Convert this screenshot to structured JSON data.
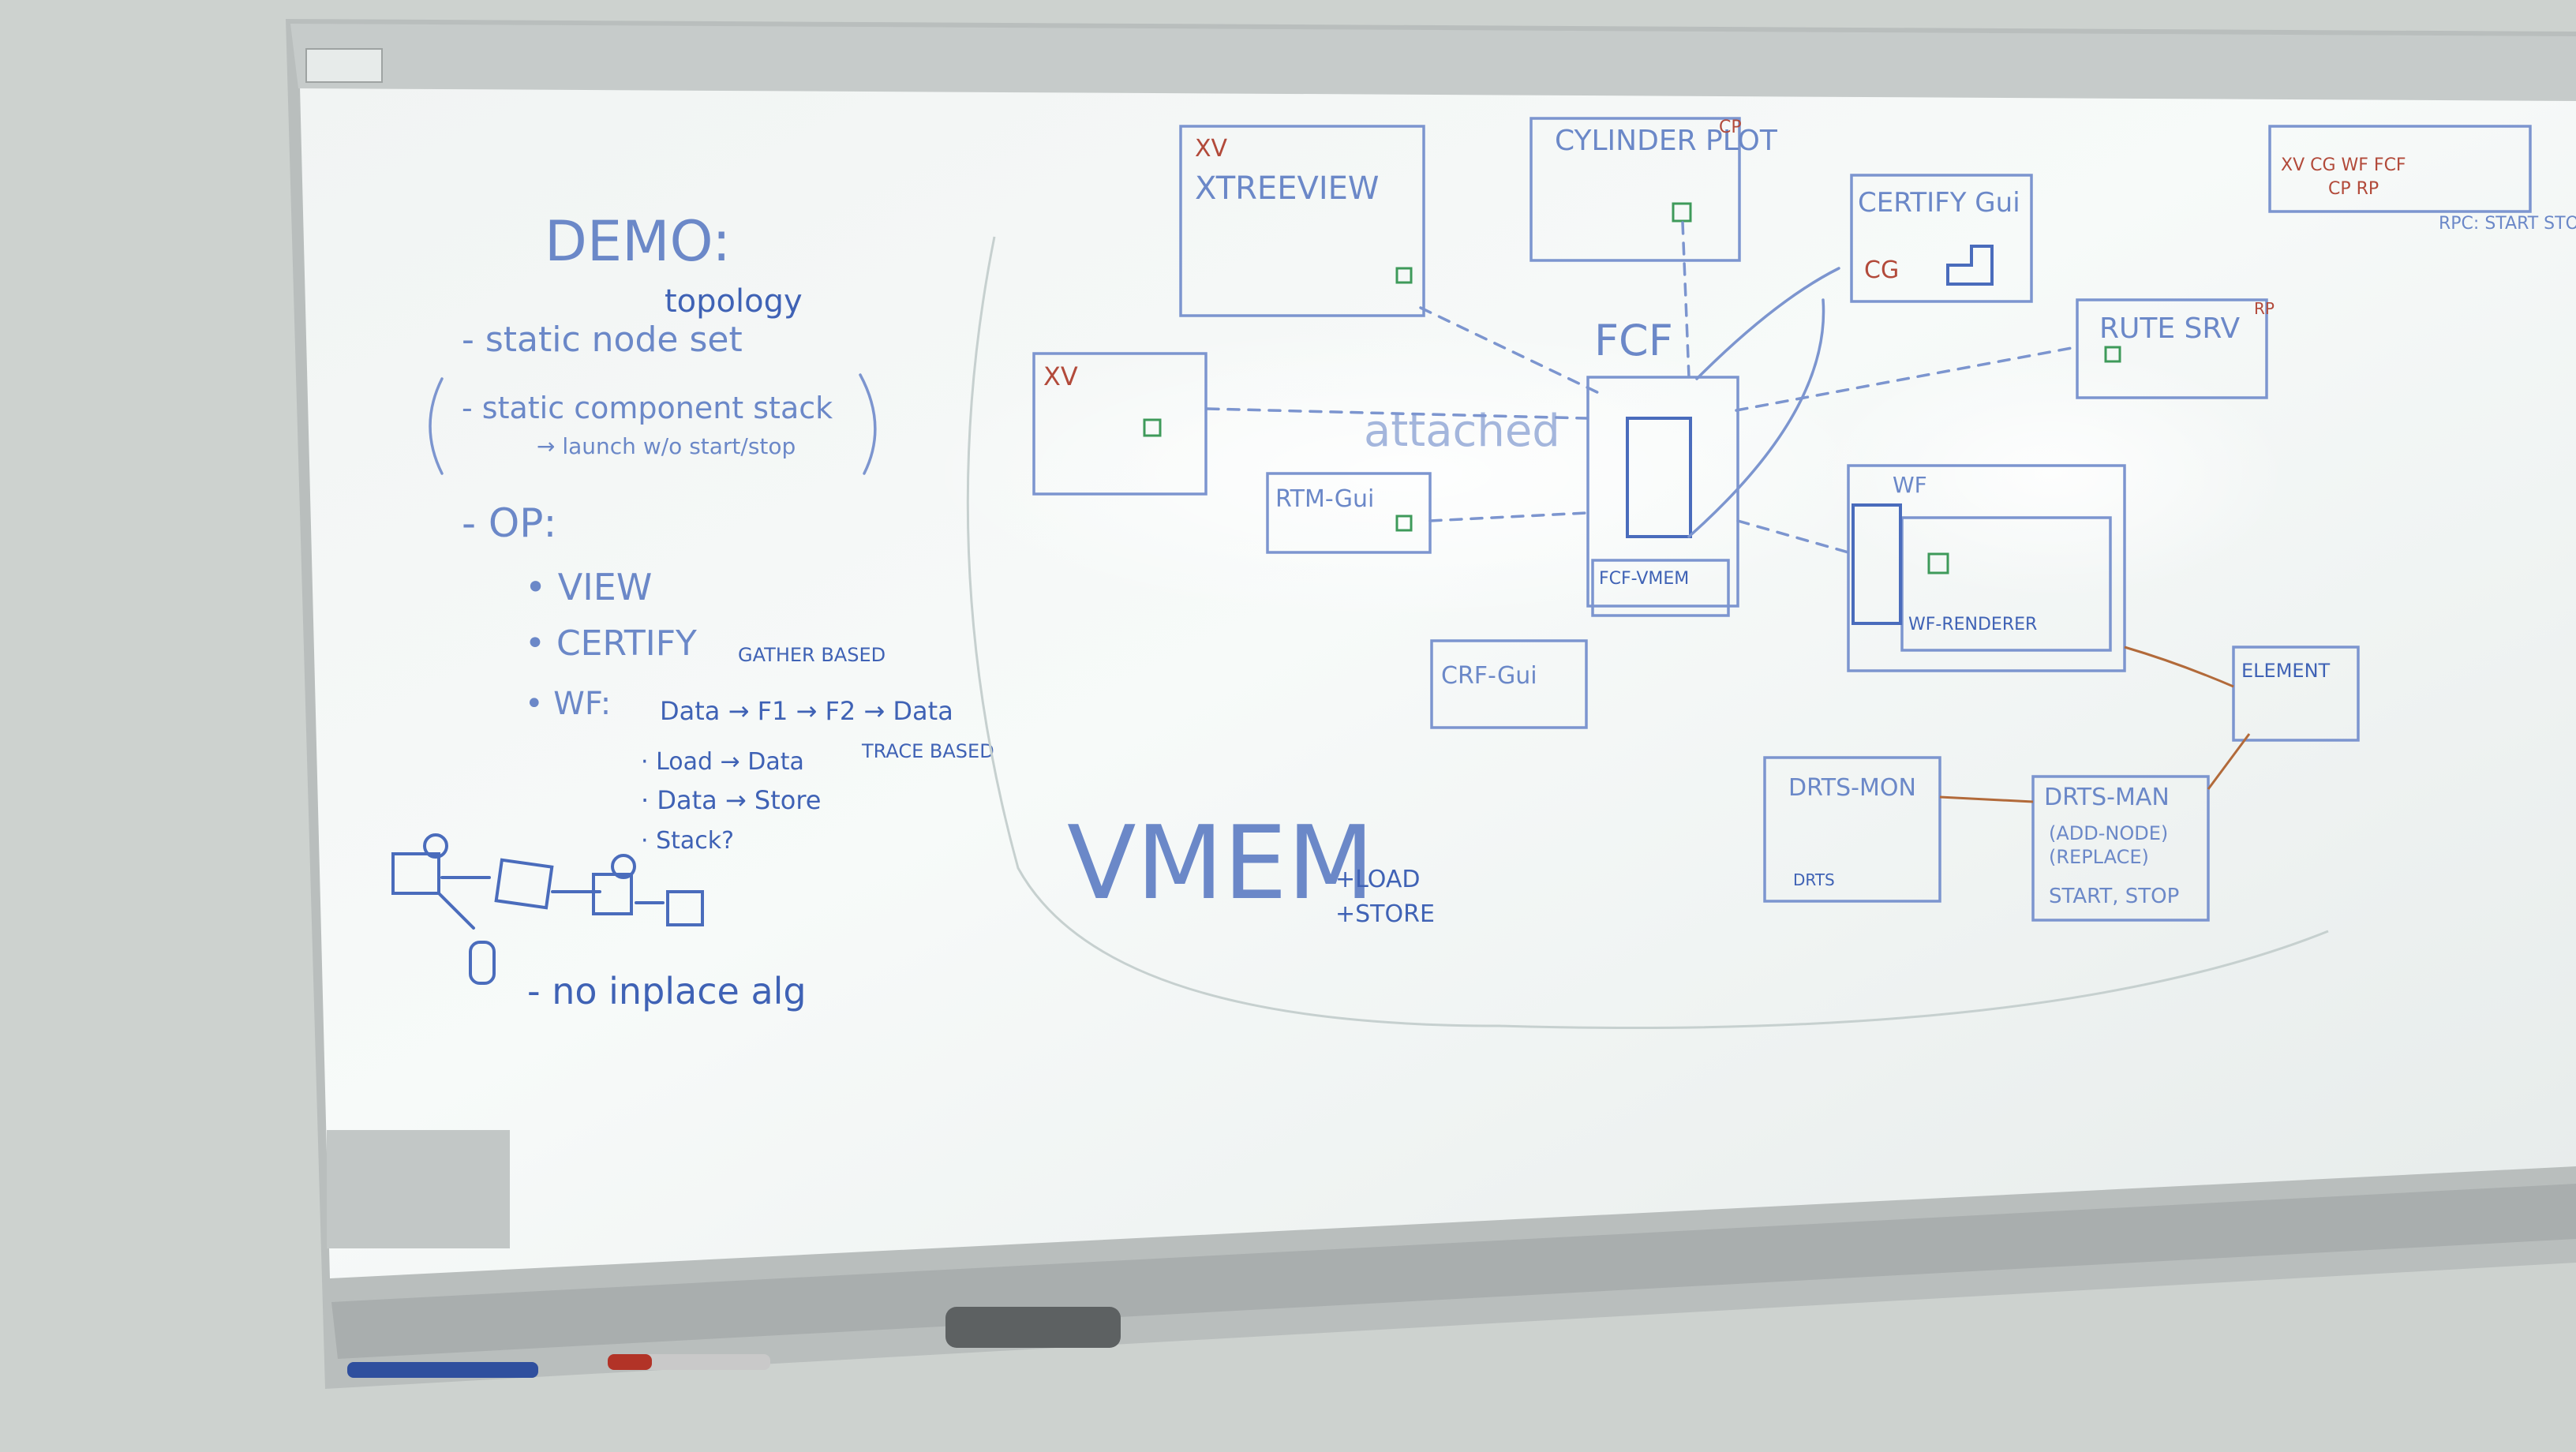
{
  "photo": {
    "subject": "whiteboard",
    "colors": {
      "wall": "#cdd2cf",
      "board": "#eef2f1",
      "frame": "#b8bdbc",
      "ink_blue": "#4a6cbc",
      "ink_red": "#b24a3a",
      "ink_green": "#3e9a5a"
    }
  },
  "left_notes": {
    "heading": "DEMO:",
    "topology": "topology",
    "line1": "- static node set",
    "line2": "- static component stack",
    "line2b": "→ launch w/o start/stop",
    "op": "- OP:",
    "op_items": [
      "• VIEW",
      "• CERTIFY",
      "• WF:"
    ],
    "gather": "GATHER BASED",
    "wf_flow": "Data → F1 → F2 → Data",
    "trace": "TRACE BASED",
    "flows": [
      "· Load → Data",
      "· Data → Store",
      "· Stack?"
    ],
    "no_inplace": "- no inplace alg"
  },
  "diagram": {
    "vmem": "VMEM",
    "vmem_ops": [
      "+LOAD",
      "+STORE"
    ],
    "attached": "attached",
    "fcf": "FCF",
    "boxes": {
      "xtreeview_tag": "XV",
      "xtreeview": "XTREEVIEW",
      "cylinder": "CYLINDER PLOT",
      "cylinder_tag": "CP",
      "xv": "XV",
      "certify": "CERTIFY Gui",
      "certify_tag": "CG",
      "rute": "RUTE SRV",
      "rute_tag": "RP",
      "rtm": "RTM-Gui",
      "crf": "CRF-Gui",
      "wf": "WF",
      "wf_sub": "WF-RENDERER",
      "fcf_sub": "FCF-VMEM",
      "drts_mon": "DRTS-MON",
      "drts_mon_sub": "DRTS",
      "drts_man": "DRTS-MAN",
      "drts_man_items": [
        "(ADD-NODE)",
        "(REPLACE)",
        "START, STOP"
      ],
      "element": "ELEMENT"
    },
    "corner_notes": {
      "line1": "XV CG WF FCF",
      "line2": "CP RP",
      "rpc": "RPC: START STOP (T)"
    }
  }
}
